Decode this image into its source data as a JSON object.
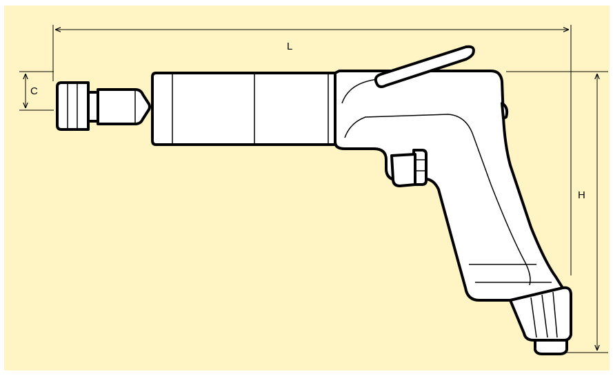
{
  "diagram": {
    "labels": {
      "length": "L",
      "height": "H",
      "chuck": "C"
    },
    "colors": {
      "background": "#fff4c4",
      "line": "#000000",
      "fill": "#ffffff"
    }
  }
}
